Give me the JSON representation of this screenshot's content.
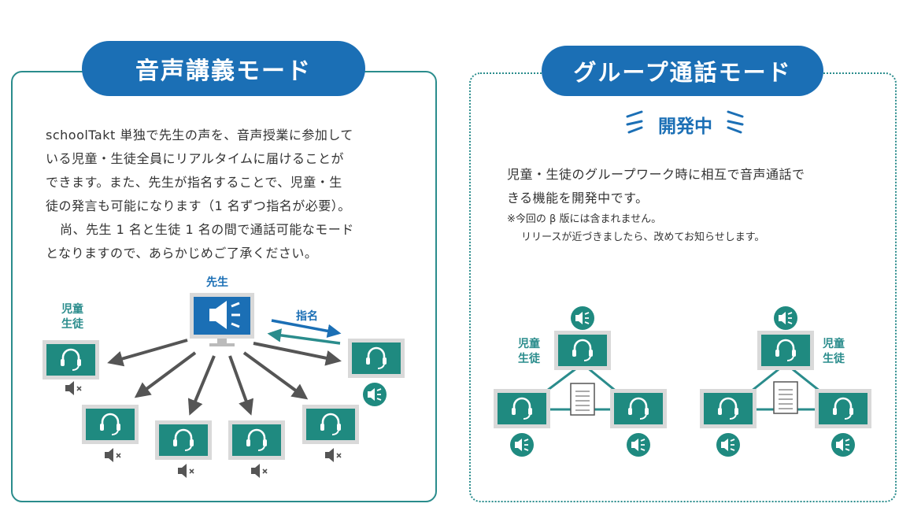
{
  "left": {
    "title": "音声講義モード",
    "paragraph": [
      "schoolTakt 単独で先生の声を、音声授業に参加して",
      "いる児童・生徒全員にリアルタイムに届けることが",
      "できます。また、先生が指名することで、児童・生",
      "徒の発言も可能になります（1 名ずつ指名が必要）。",
      "尚、先生 1 名と生徒 1 名の間で通話可能なモード",
      "となりますので、あらかじめご了承ください。"
    ],
    "diagram": {
      "teacher_label": "先生",
      "student_label_line1": "児童",
      "student_label_line2": "生徒",
      "nominate_label": "指名"
    }
  },
  "right": {
    "title": "グループ通話モード",
    "status": "開発中",
    "paragraph": [
      "児童・生徒のグループワーク時に相互で音声通話で",
      "きる機能を開発中です。"
    ],
    "note_line1": "※今回の β 版には含まれません。",
    "note_line2": "リリースが近づきましたら、改めてお知らせします。",
    "diagram": {
      "group1_label_line1": "児童",
      "group1_label_line2": "生徒",
      "group2_label_line1": "児童",
      "group2_label_line2": "生徒"
    }
  },
  "colors": {
    "blue": "#1b6fb5",
    "teal": "#2a8c8c",
    "gray": "#555555",
    "speaker_muted": "#555555"
  },
  "icons": [
    "headset-icon",
    "speaker-icon",
    "muted-speaker-icon",
    "document-icon",
    "monitor-icon"
  ]
}
